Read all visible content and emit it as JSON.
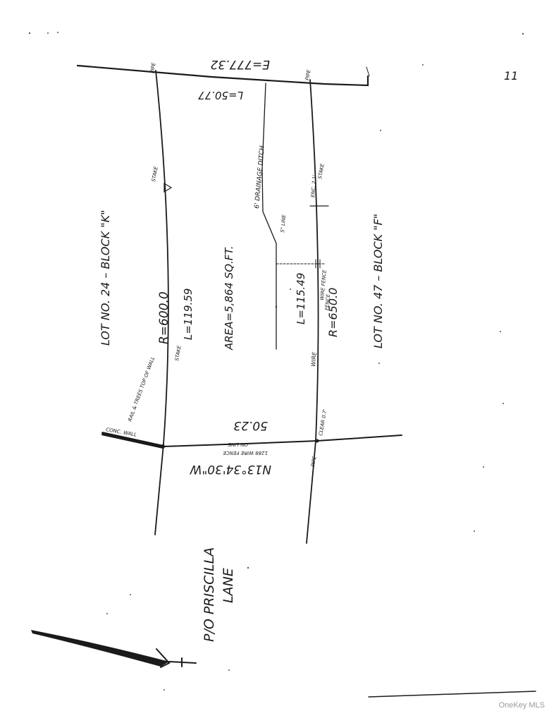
{
  "page_mark": "11",
  "north_boundary": {
    "bearing": "E=777.32",
    "length": "L=50.77"
  },
  "south_boundary": {
    "bearing": "N13°34'30\"W",
    "length": "50.23"
  },
  "west_side": {
    "radius": "R=600.0",
    "length": "L=119.59"
  },
  "east_side": {
    "radius": "R=650.0",
    "length": "L=115.49"
  },
  "area": "AREA=5,864 SQ.FT.",
  "adjacent_west": "LOT NO. 24 – BLOCK \"K\"",
  "adjacent_east": "LOT NO. 47 – BLOCK \"F\"",
  "street": {
    "line1": "P/O PRISCILLA",
    "line2": "LANE"
  },
  "notes": {
    "pipe_nw": "PIPE",
    "pipe_ne": "PIPE",
    "pipe_sw": "PIPE",
    "stake_west_upper": "STAKE",
    "stake_west_lower": "STAKE",
    "stake_east": "STAKE",
    "drainage_ditch": "6' DRAINAGE DITCH",
    "pipe_line": "5\" LINE",
    "encroach": "ENC. 2.1'",
    "wire_fence_label": "WIRE FENCE",
    "wire_fence": "WIRE",
    "fence_note": "FENCE",
    "cleared": "CLEAR 0.7'",
    "rail_fence": "ON LINE",
    "rail_fence_2": "1288 WIRE FENCE",
    "dwelling_corner": "CONC. WALL",
    "tree_note": "RAIL & TREES TOP OF WALL"
  },
  "watermark": "OneKey MLS"
}
